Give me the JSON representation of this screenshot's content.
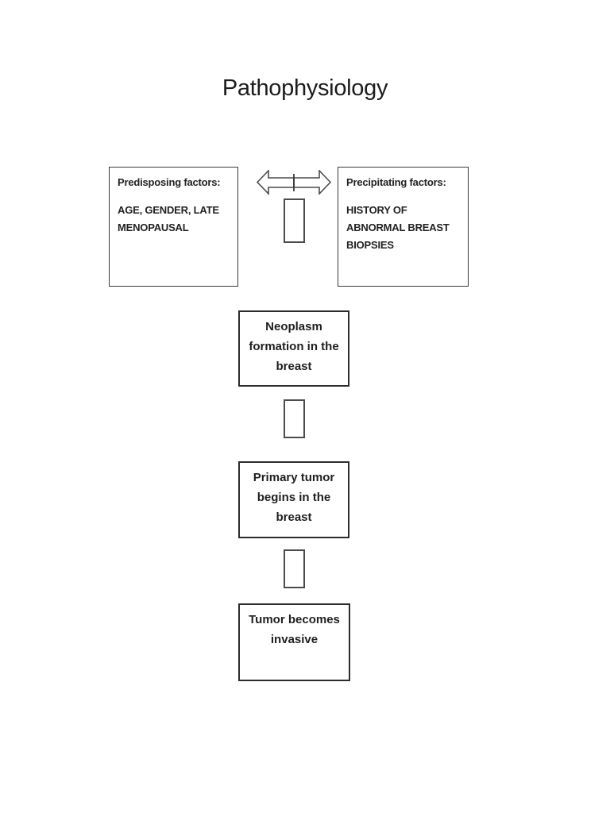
{
  "page": {
    "title": "Pathophysiology",
    "background_color": "#ffffff",
    "text_color": "#1f1f1f",
    "border_color": "#2c2c2c"
  },
  "flowchart": {
    "factor_boxes": [
      {
        "heading": "Predisposing factors:",
        "lines": [
          "AGE, GENDER, LATE",
          "MENOPAUSAL"
        ]
      },
      {
        "heading": "Precipitating factors:",
        "lines": [
          "HISTORY OF",
          "ABNORMAL BREAST",
          "BIOPSIES"
        ]
      }
    ],
    "connectors": {
      "horizontal_icon": "left-right-block-arrow",
      "vertical_connector_shape": "rectangle",
      "vertical_connector_count": 3
    },
    "process_boxes": [
      {
        "lines": [
          "Neoplasm",
          "formation in the",
          "breast"
        ]
      },
      {
        "lines": [
          "Primary tumor",
          "begins in the",
          "breast"
        ]
      },
      {
        "lines": [
          "Tumor becomes",
          "invasive"
        ]
      }
    ]
  }
}
